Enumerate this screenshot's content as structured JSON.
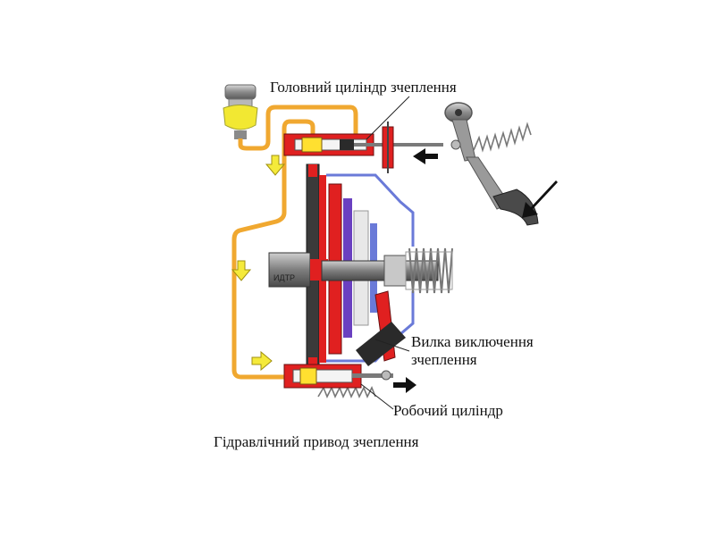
{
  "labels": {
    "master_cylinder": "Головний циліндр зчеплення",
    "release_fork_line1": "Вилка виключення",
    "release_fork_line2": "зчеплення",
    "slave_cylinder": "Робочий циліндр"
  },
  "caption": "Гідравлічний привод зчеплення",
  "housing_marking": "ИДТР",
  "colors": {
    "fluid_line": "#f0a830",
    "flow_arrow": "#f5ea3a",
    "pressure": "#e02020",
    "body": "#9a9a9a",
    "disc": "#3a3a3a",
    "cover": "#6a7ad8",
    "pressure_plate": "#6a40c0",
    "reservoir_fluid": "#f2e832"
  },
  "icons": [
    "reservoir-icon",
    "pedal-icon",
    "return-spring-icon",
    "flow-arrow-icon",
    "direction-arrow-icon"
  ]
}
